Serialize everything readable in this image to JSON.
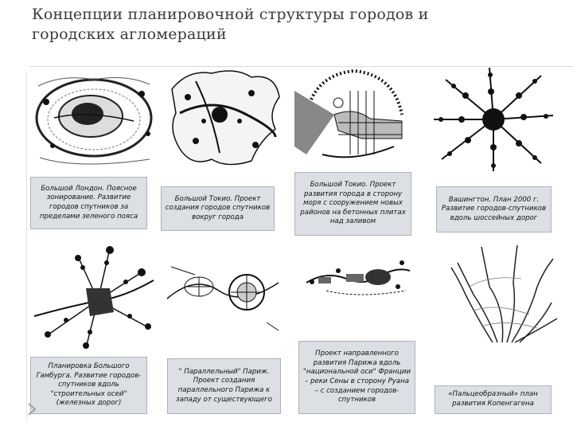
{
  "slide": {
    "title": "Концепции планировочной структуры городов и городских агломераций"
  },
  "panels": [
    {
      "id": "london",
      "caption": "Большой Лондон. Поясное зонирование. Развитие городов спутников за пределами зеленого пояса"
    },
    {
      "id": "tokyo-satellites",
      "caption": "Большой Токио. Проект создания городов спутников вокруг города"
    },
    {
      "id": "tokyo-bay",
      "caption": "Большой Токио. Проект развития города в сторону моря с сооружением новых районов на бетонных плитах над заливом"
    },
    {
      "id": "washington",
      "caption": "Вашингтон. План 2000 г. Развитие городов-спутников вдоль шоссейных дорог"
    },
    {
      "id": "hamburg",
      "caption": "Планировка Большого Гамбурга. Развитие городов-спутников вдоль \"строительных осей\" (железных дорог)"
    },
    {
      "id": "parallel-paris",
      "caption": "\" Параллельный\" Париж. Проект создания параллельного Парижа к западу от существующего"
    },
    {
      "id": "seine-axis",
      "caption": "Проект направленного развития Парижа вдоль \"национальной оси\" Франции – реки Сены в сторону Руана – с созданием городов-спутников"
    },
    {
      "id": "copenhagen",
      "caption": "«Пальцеобразный» план развития Копенгагена"
    }
  ],
  "colors": {
    "title": "#3a3a3a",
    "caption_bg": "#dcdfe4",
    "caption_border": "#aeb2b9",
    "ink": "#111111"
  }
}
